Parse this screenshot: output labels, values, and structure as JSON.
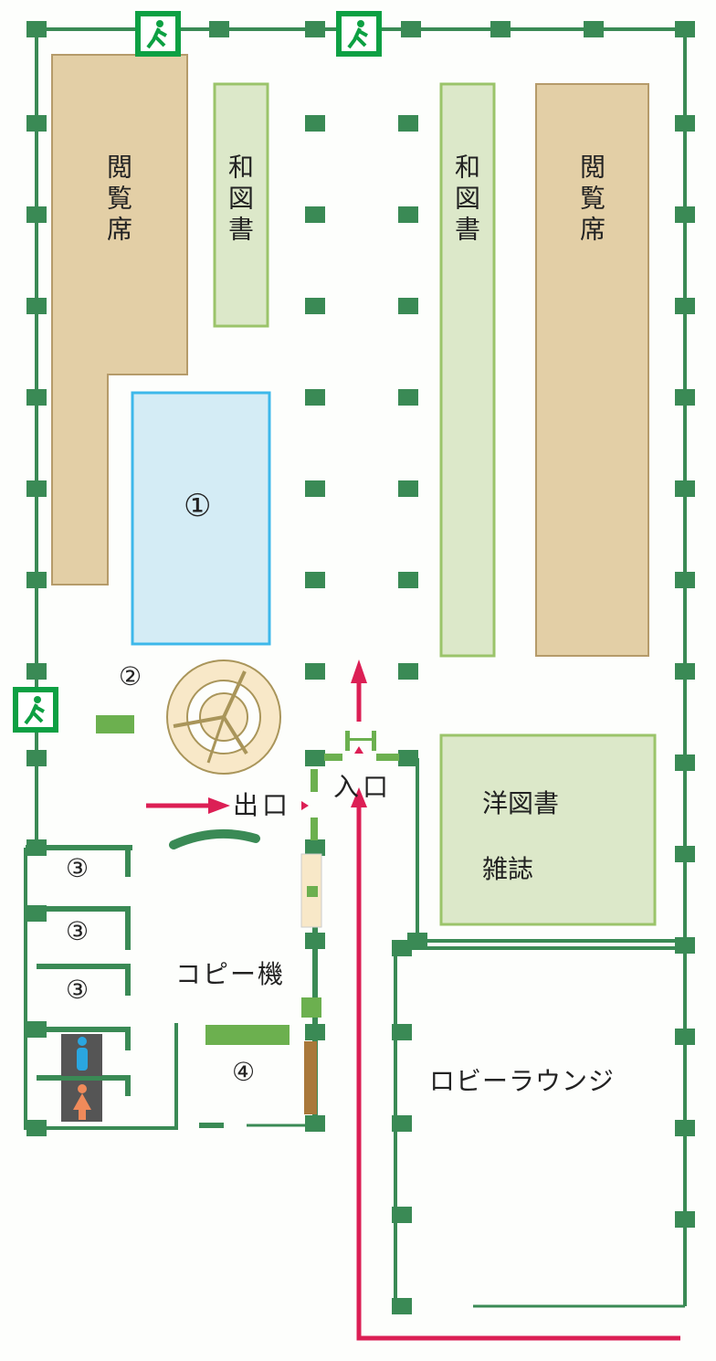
{
  "colors": {
    "wall": "#3a8a55",
    "reading": "#e3cfa6",
    "japanese_books": "#dce8c9",
    "area1": "#d4ecf5",
    "route": "#dc1f55",
    "exit_sign": "#0da043"
  },
  "areas": {
    "reading_seats_left": "閲覧席",
    "japanese_books_left": "和図書",
    "japanese_books_right": "和図書",
    "reading_seats_right": "閲覧席",
    "area_1": "①",
    "area_2": "②",
    "western_books": "洋図書",
    "magazines": "雑誌",
    "area_3a": "③",
    "area_3b": "③",
    "area_3c": "③",
    "copier": "コピー機",
    "area_4": "④",
    "lobby": "ロビーラウンジ",
    "exit": "出口",
    "entrance": "入口"
  }
}
